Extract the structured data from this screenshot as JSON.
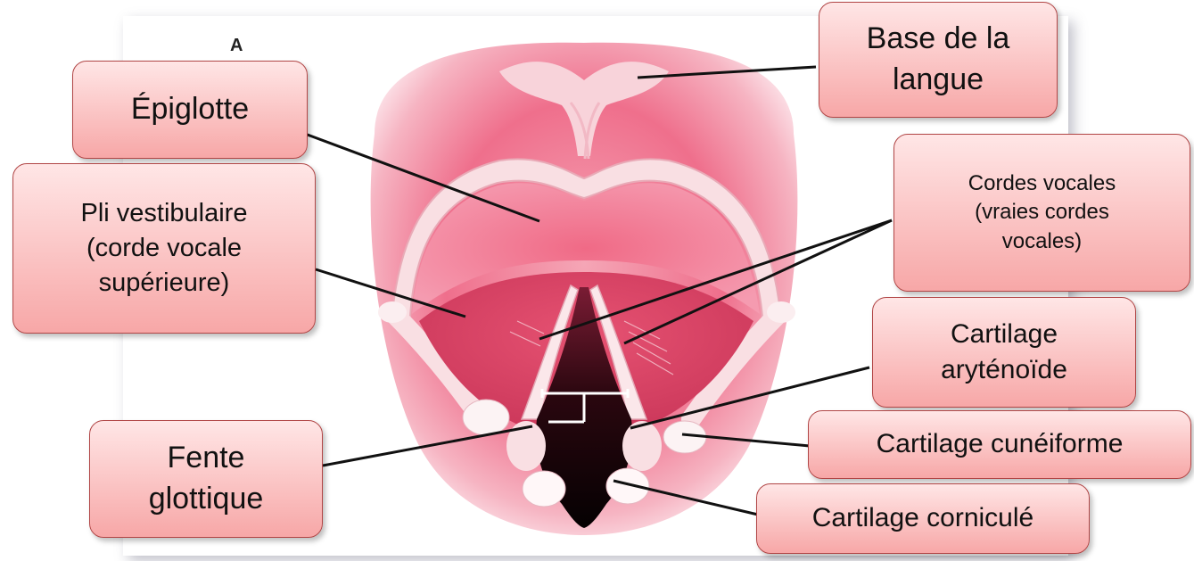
{
  "panel_letter": "A",
  "labels": {
    "base_langue": "Base de la\nlangue",
    "epiglotte": "Épiglotte",
    "pli_vestibulaire": "Pli vestibulaire\n(corde vocale\nsupérieure)",
    "cordes_vocales": "Cordes vocales\n(vraies cordes\nvocales)",
    "cartilage_arytenoide": "Cartilage\naryténoïde",
    "fente_glottique": "Fente\nglottique",
    "cartilage_cuneiforme": "Cartilage cunéiforme",
    "cartilage_cornicule": "Cartilage corniculé"
  },
  "colors": {
    "label_fill_top": "#ffe6e6",
    "label_fill_bottom": "#f7a7a7",
    "label_border": "#b14646",
    "tissue_pink": "#ee5a78",
    "tissue_light": "#f9c2cc"
  }
}
